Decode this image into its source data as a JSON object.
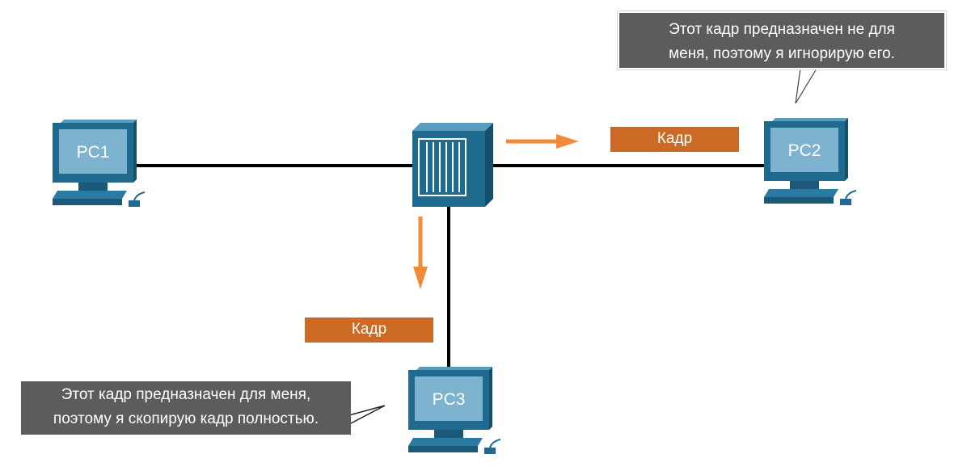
{
  "devices": {
    "pc1": "PC1",
    "pc2": "PC2",
    "pc3": "PC3"
  },
  "frames": {
    "to_pc2": "Кадр",
    "to_pc3": "Кадр"
  },
  "callouts": {
    "pc2": [
      "Этот кадр предназначен не для",
      "меня, поэтому я игнорирую его."
    ],
    "pc3": [
      "Этот кадр предназначен для меня,",
      "поэтому я скопирую кадр полностью."
    ]
  },
  "colors": {
    "device_blue": "#1f6b8f",
    "device_screen": "#7eb3d0",
    "frame_orange": "#cc6a25",
    "arrow_orange": "#f28a3a",
    "callout_bg": "#5d5b5b",
    "link": "#000000"
  }
}
